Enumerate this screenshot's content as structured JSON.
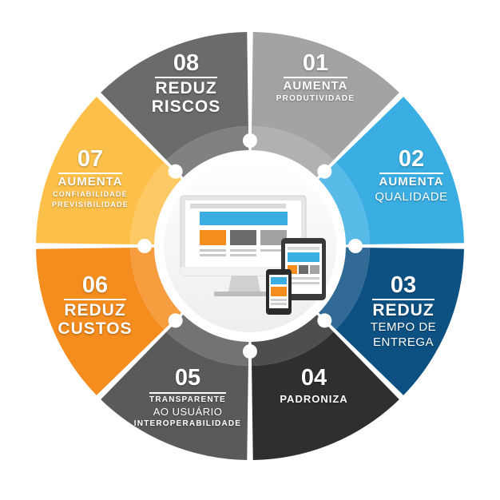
{
  "colors": {
    "s01": "#a3a3a3",
    "s02": "#3aaee3",
    "s03": "#0d5183",
    "s04": "#2f2f2f",
    "s05": "#5a5a5a",
    "s06": "#f58c1e",
    "s07": "#fcc04a",
    "s08": "#6b6b6b",
    "inner_ring": "#d8d8d8",
    "hub": "#ffffff"
  },
  "segments": [
    {
      "num": "01",
      "line1": "AUMENTA",
      "line2": "PRODUTIVIDADE"
    },
    {
      "num": "02",
      "line1": "AUMENTA",
      "line2": "QUALIDADE"
    },
    {
      "num": "03",
      "line1": "REDUZ",
      "line2": "TEMPO DE",
      "line3": "ENTREGA"
    },
    {
      "num": "04",
      "line1": "PADRONIZA"
    },
    {
      "num": "05",
      "line1": "TRANSPARENTE",
      "line2": "AO USUÁRIO",
      "line3": "INTEROPERABILIDADE"
    },
    {
      "num": "06",
      "line1": "REDUZ",
      "line2": "CUSTOS"
    },
    {
      "num": "07",
      "line1": "AUMENTA",
      "line2": "CONFIABILIDADE",
      "line3": "PREVISIBILIDADE"
    },
    {
      "num": "08",
      "line1": "REDUZ",
      "line2": "RISCOS"
    }
  ],
  "center": {
    "icon": "responsive-devices-icon"
  }
}
